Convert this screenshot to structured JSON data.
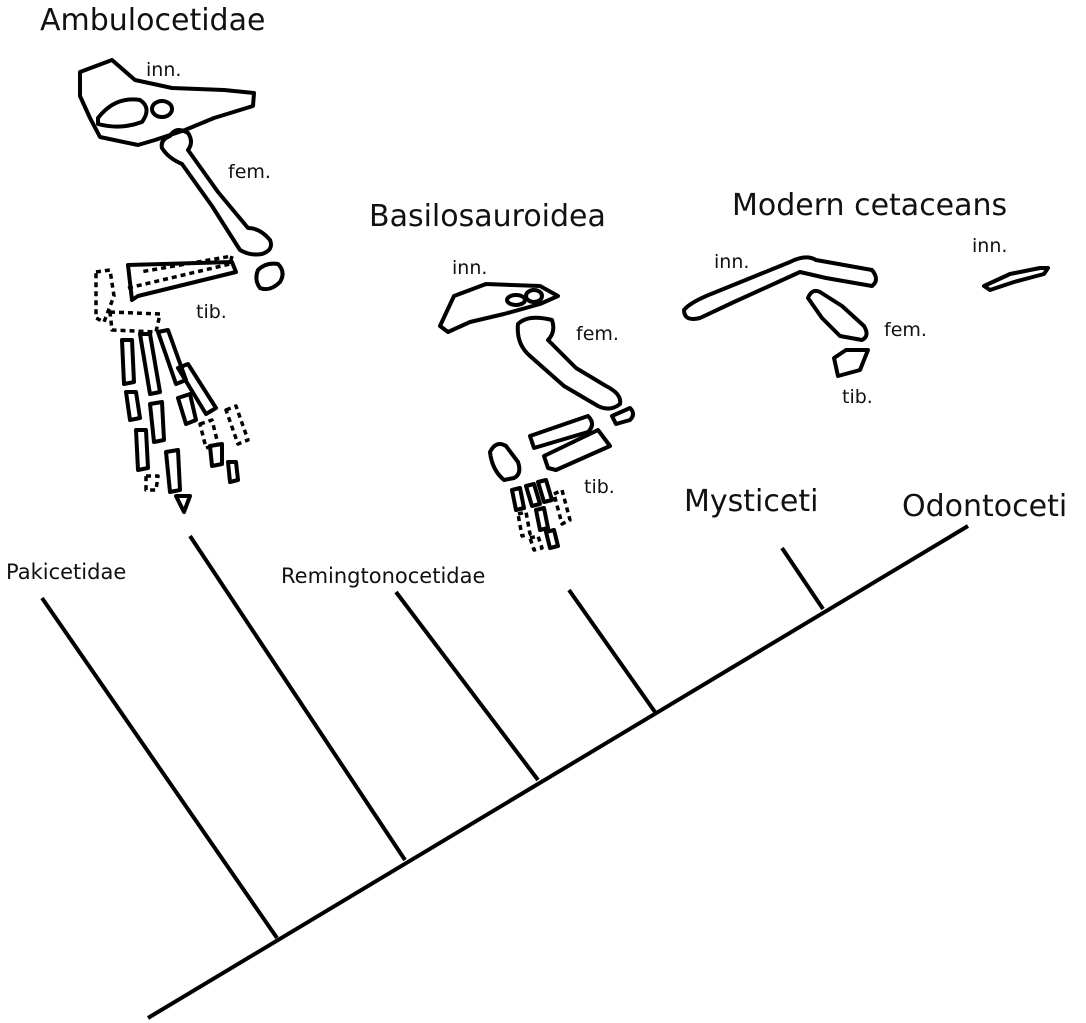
{
  "taxa": {
    "pakicetidae": "Pakicetidae",
    "ambulocetidae": "Ambulocetidae",
    "remingtonocetidae": "Remingtonocetidae",
    "basilosauroidea": "Basilosauroidea",
    "modern_cetaceans": "Modern cetaceans",
    "mysticeti": "Mysticeti",
    "odontoceti": "Odontoceti"
  },
  "bone_labels": {
    "ambulocetidae": {
      "innominate": "inn.",
      "femur": "fem.",
      "tibia": "tib."
    },
    "basilosauroidea": {
      "innominate": "inn.",
      "femur": "fem.",
      "tibia": "tib."
    },
    "mysticeti": {
      "innominate": "inn.",
      "femur": "fem.",
      "tibia": "tib."
    },
    "odontoceti": {
      "innominate": "inn."
    }
  }
}
